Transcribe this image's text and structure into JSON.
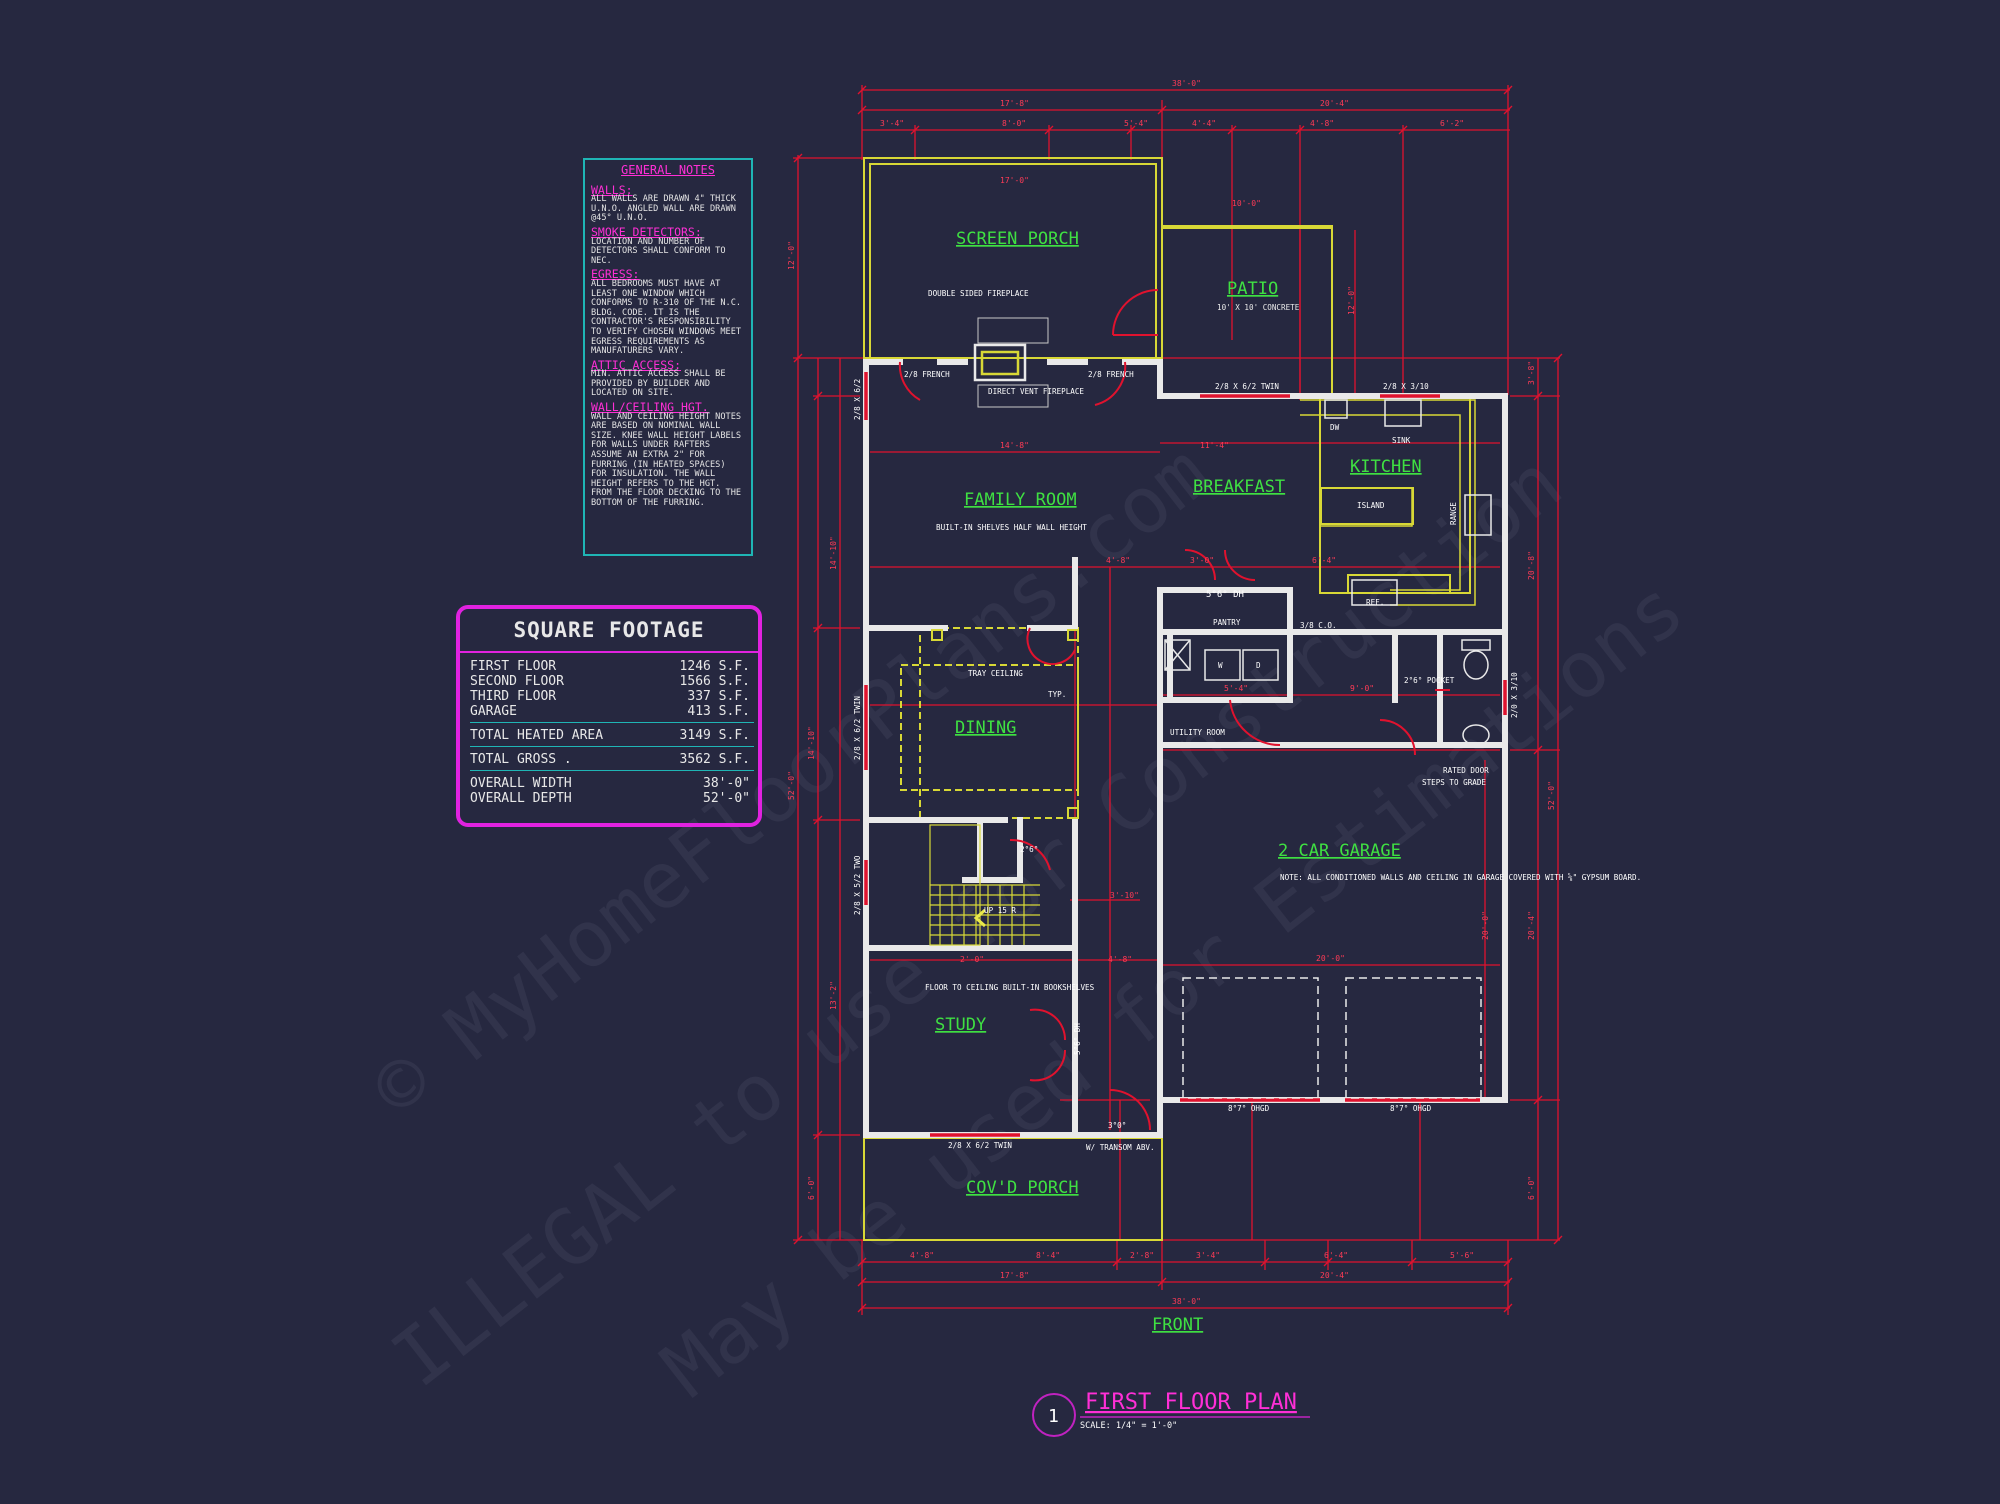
{
  "general_notes": {
    "title": "GENERAL NOTES",
    "sections": [
      {
        "heading": "WALLS:",
        "body": "ALL WALLS ARE DRAWN 4\" THICK U.N.O. ANGLED WALL ARE DRAWN @45° U.N.O."
      },
      {
        "heading": "SMOKE DETECTORS:",
        "body": "LOCATION AND NUMBER OF DETECTORS SHALL CONFORM TO NEC."
      },
      {
        "heading": "EGRESS:",
        "body": "ALL BEDROOMS MUST HAVE AT LEAST ONE WINDOW WHICH CONFORMS TO R-310 OF THE N.C. BLDG. CODE. IT IS THE CONTRACTOR'S RESPONSIBILITY TO VERIFY CHOSEN WINDOWS MEET EGRESS REQUIREMENTS AS MANUFATURERS VARY."
      },
      {
        "heading": "ATTIC ACCESS:",
        "body": "MIN. ATTIC ACCESS SHALL BE PROVIDED BY BUILDER AND LOCATED ON SITE."
      },
      {
        "heading": "WALL/CEILING HGT.",
        "body": "WALL AND CEILING HEIGHT NOTES ARE BASED ON NOMINAL WALL SIZE. KNEE WALL HEIGHT LABELS FOR WALLS UNDER RAFTERS ASSUME AN EXTRA 2\" FOR FURRING (IN HEATED SPACES) FOR INSULATION. THE WALL HEIGHT REFERS TO THE HGT. FROM THE FLOOR DECKING TO THE BOTTOM OF THE FURRING."
      }
    ]
  },
  "square_footage": {
    "title": "SQUARE FOOTAGE",
    "rows": [
      {
        "label": "FIRST FLOOR",
        "value": "1246 S.F."
      },
      {
        "label": "SECOND FLOOR",
        "value": "1566 S.F."
      },
      {
        "label": "THIRD FLOOR",
        "value": "337 S.F."
      },
      {
        "label": "GARAGE",
        "value": "413 S.F."
      }
    ],
    "total_heated": {
      "label": "TOTAL HEATED AREA",
      "value": "3149 S.F."
    },
    "total_gross": {
      "label": "TOTAL GROSS .",
      "value": "3562 S.F."
    },
    "overall_width": {
      "label": "OVERALL WIDTH",
      "value": "38'-0\""
    },
    "overall_depth": {
      "label": "OVERALL DEPTH",
      "value": "52'-0\""
    }
  },
  "rooms": {
    "screen_porch": "SCREEN PORCH",
    "patio": "PATIO",
    "patio_note": "10' X 10' CONCRETE",
    "family_room": "FAMILY ROOM",
    "breakfast": "BREAKFAST",
    "kitchen": "KITCHEN",
    "dining": "DINING",
    "garage": "2 CAR GARAGE",
    "study": "STUDY",
    "covd_porch": "COV'D PORCH",
    "front": "FRONT"
  },
  "labels": {
    "double_sided": "DOUBLE SIDED FIREPLACE",
    "direct_vent": "DIRECT VENT FIREPLACE",
    "french_left": "2/8 FRENCH",
    "french_right": "2/8 FRENCH",
    "twin_top": "2/8 X 6/2 TWIN",
    "win_kitchen": "2/8 X 3/10",
    "dw": "DW",
    "sink": "SINK",
    "island": "ISLAND",
    "range": "RANGE",
    "ref": "REF.",
    "pantry": "PANTRY",
    "dh_pantry": "5°6° DH",
    "shelves": "BUILT-IN SHELVES HALF WALL HEIGHT",
    "tray": "TRAY CEILING",
    "typ": "TYP.",
    "utility": "UTILITY ROOM",
    "w": "W",
    "d": "D",
    "co": "3/8 C.O.",
    "pocket": "2°6° POCKET",
    "rated_door": "RATED DOOR",
    "steps": "STEPS TO GRADE",
    "garage_note": "NOTE: ALL CONDITIONED WALLS AND CEILING IN GARAGE COVERED WITH ⅝\" GYPSUM BOARD.",
    "up": "UP 15 R",
    "bookshelves": "FLOOR TO CEILING BUILT-IN BOOKSHELVES",
    "dh_study": "5°6° DH",
    "transom": "W/ TRANSOM ABV.",
    "twin_bottom": "2/8 X 6/2 TWIN",
    "ohgd_1": "8°7° OHGD",
    "ohgd_2": "8°7° OHGD",
    "door_26": "2°6°",
    "door_30": "3°0°",
    "win_left1": "2/8 X 6/2",
    "win_left2": "2/8 X 6/2 TWIN",
    "win_left3": "2/8 X 5/2 TWO",
    "win_right": "2/0 X 3/10"
  },
  "dimensions": {
    "overall_top": "38'-0\"",
    "top_left": "17'-8\"",
    "top_right": "20'-4\"",
    "top_sub": [
      "3'-4\"",
      "8'-0\"",
      "5'-4\"",
      "4'-4\"",
      "4'-8\"",
      "6'-2\""
    ],
    "bottom_sub": [
      "4'-8\"",
      "8'-4\"",
      "2'-8\"",
      "3'-4\"",
      "6'-4\"",
      "5'-6\""
    ],
    "bottom_left": "17'-8\"",
    "bottom_right": "20'-4\"",
    "overall_bottom": "38'-0\"",
    "left_overall": "52'-0\"",
    "left_a": "12'-0\"",
    "left_b": "14'-10\"",
    "left_c": "14'-10\"",
    "left_d": "13'-2\"",
    "left_e": "6'-0\"",
    "right_overall": "52'-0\"",
    "right_a": "3'-8\"",
    "right_b": "20'-8\"",
    "right_c": "20'-4\"",
    "right_d": "6'-0\"",
    "inner": [
      "17'-0\"",
      "10'-0\"",
      "12'-0\"",
      "14'-8\"",
      "11'-4\"",
      "4'-8\"",
      "3'-0\"",
      "6'-4\"",
      "9'-0\"",
      "5'-4\"",
      "20'-0\"",
      "20'-0\"",
      "2'-0\"",
      "3'-10\"",
      "4'-8\""
    ]
  },
  "title_block": {
    "number": "1",
    "title": "FIRST FLOOR PLAN",
    "scale": "SCALE: 1/4\" = 1'-0\""
  },
  "watermark": {
    "line1": "© MyHomeFloorPlans.com",
    "line2": "ILLEGAL to use for Construction",
    "line3": "May be used for Estimations"
  },
  "colors": {
    "background": "#262840",
    "wall": "#e9e9e9",
    "dimension": "#e0122e",
    "room_label": "#3fe042",
    "porch_outline": "#d8d836",
    "note_text": "#ffffff",
    "magenta": "#e022e0",
    "cyan": "#1fb5b5"
  }
}
